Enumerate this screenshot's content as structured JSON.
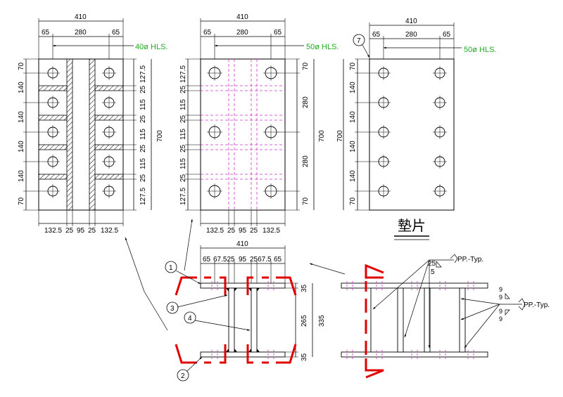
{
  "colors": {
    "line": "#000000",
    "hls_note": "#22aa22",
    "hidden_line": "#cc33cc",
    "section_mark": "#e00000"
  },
  "view1": {
    "overall_width": "410",
    "edge_left": "65",
    "center_gap": "280",
    "edge_right": "65",
    "hole_note": "40ø HLS.",
    "height": "700",
    "left_dims": [
      "70",
      "140",
      "140",
      "140",
      "140",
      "70"
    ],
    "right_dims": [
      "127.5",
      "25",
      "115",
      "25",
      "115",
      "25",
      "115",
      "25",
      "127.5"
    ],
    "bottom_dims": [
      "132.5",
      "25",
      "95",
      "25",
      "132.5"
    ]
  },
  "view2": {
    "overall_width": "410",
    "edge_left": "65",
    "center_gap": "280",
    "edge_right": "65",
    "hole_note": "50ø HLS.",
    "height": "700",
    "left_dims": [
      "127.5",
      "25",
      "115",
      "25",
      "115",
      "25",
      "115",
      "25",
      "127.5"
    ],
    "right_dims": [
      "70",
      "280",
      "280",
      "70"
    ],
    "bottom_dims": [
      "132.5",
      "25",
      "95",
      "25",
      "132.5"
    ]
  },
  "view3": {
    "overall_width": "410",
    "edge_left": "65",
    "center_gap": "280",
    "edge_right": "65",
    "hole_note": "50ø HLS.",
    "height": "700",
    "left_dims": [
      "70",
      "140",
      "140",
      "140",
      "140",
      "70"
    ],
    "callout": "7",
    "title": "墊片"
  },
  "section_view": {
    "overall_width": "410",
    "top_dims": [
      "65",
      "67.5",
      "25",
      "95",
      "25",
      "67.5",
      "65"
    ],
    "top_dims_as_printed": [
      "65",
      "67.525",
      "95",
      "2567.5",
      "65"
    ],
    "right_dims": [
      "35",
      "265",
      "35"
    ],
    "total_height": "335",
    "callouts": [
      "1",
      "2",
      "3",
      "4"
    ]
  },
  "side_view": {
    "weld_note_1": "PP.-Typ.",
    "weld_size_1": [
      "25",
      "5"
    ],
    "weld_note_2": "PP.-Typ.",
    "weld_size_2": [
      "9",
      "9",
      "9",
      "9"
    ]
  }
}
